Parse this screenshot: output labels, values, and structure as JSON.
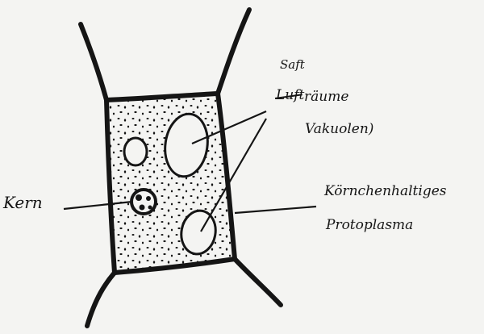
{
  "labels": {
    "kern": "Kern",
    "luft_correction": "Saft",
    "luft_original": "Luft",
    "raume": "räume",
    "vakuolen": "Vakuolen)",
    "kornig_line1": "Körnchenhaltiges",
    "kornig_line2": "Protoplasma"
  },
  "colors": {
    "ink": "#151515",
    "paper": "#f4f4f2"
  }
}
